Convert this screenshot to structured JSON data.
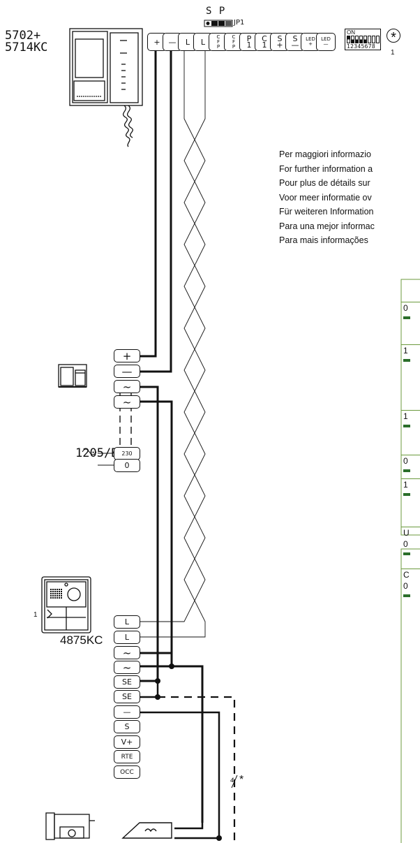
{
  "devices": {
    "monitor_model": "5702+\n5714KC",
    "power_supply_model": "1205/B",
    "entrance_panel_model": "4875KC",
    "entrance_panel_note": "1"
  },
  "jumper": {
    "labels": "S P",
    "name": "JP1"
  },
  "top_terminals": [
    {
      "label": "+"
    },
    {
      "label": "—"
    },
    {
      "label": "L"
    },
    {
      "label": "L"
    },
    {
      "label": "C\nF\nP"
    },
    {
      "label": "C\nF\nP"
    },
    {
      "label": "P\n1"
    },
    {
      "label": "C\n1"
    },
    {
      "label": "S\n+"
    },
    {
      "label": "S\n—"
    },
    {
      "label": "LED\n+"
    },
    {
      "label": "LED\n—"
    }
  ],
  "dip_switch": {
    "on_label": "ON",
    "numbers": "12345678",
    "asterisk": "*",
    "note": "1"
  },
  "psu_terminals": [
    "+",
    "—",
    "~",
    "~",
    "230",
    "0"
  ],
  "panel_terminals": [
    "L",
    "L",
    "~",
    "~",
    "SE",
    "SE",
    "—",
    "S",
    "V+",
    "RTE",
    "OCC"
  ],
  "lock_note": "*",
  "lock_wires_label": "4",
  "notes": [
    "Per maggiori informazio",
    "For further information a",
    "Pour plus de détails sur",
    "Voor meer informatie ov",
    "Für weiteren Information",
    "Para una mejor informac",
    "Para mais informações"
  ],
  "settings_table": {
    "rows": [
      "0",
      "1",
      "1",
      "0",
      "1",
      "U\n0",
      "C\n0"
    ]
  },
  "colors": {
    "wire": "#111111",
    "table_border": "#6b9a3d",
    "switch": "#2b6e2b"
  }
}
